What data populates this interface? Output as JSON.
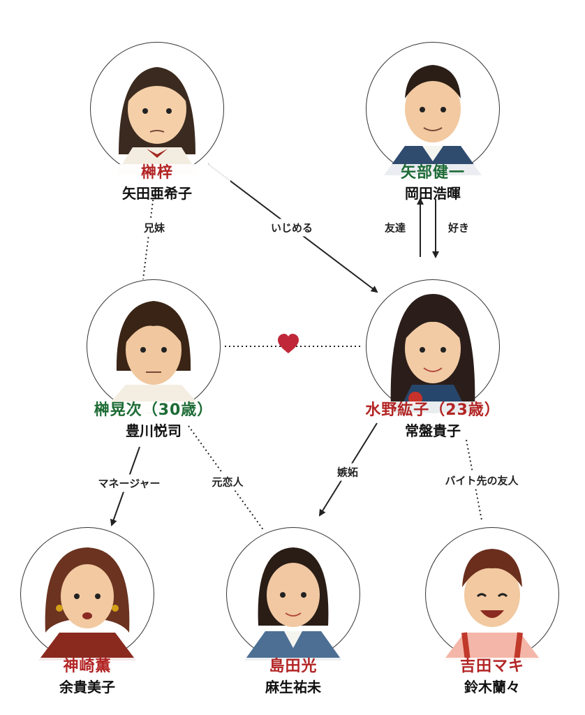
{
  "characters": {
    "sakaki_azusa": {
      "role": "榊梓",
      "actor": "矢田亜希子"
    },
    "yabe_kenichi": {
      "role": "矢部健一",
      "actor": "岡田浩暉"
    },
    "sakaki_koji": {
      "role": "榊晃次（30歳）",
      "actor": "豊川悦司"
    },
    "mizuno_hiroko": {
      "role": "水野紘子（23歳）",
      "actor": "常盤貴子"
    },
    "kanzaki_kaoru": {
      "role": "神崎薫",
      "actor": "余貴美子"
    },
    "shimada_hikari": {
      "role": "島田光",
      "actor": "麻生祐未"
    },
    "yoshida_maki": {
      "role": "吉田マキ",
      "actor": "鈴木蘭々"
    }
  },
  "relations": {
    "siblings": "兄妹",
    "bullies": "いじめる",
    "friends": "友達",
    "likes": "好き",
    "manager": "マネージャー",
    "ex_lover": "元恋人",
    "jealousy": "嫉妬",
    "work_friend": "バイト先の友人"
  },
  "colors": {
    "role_red": "#b32424",
    "role_green": "#1d6b35",
    "heart": "#c0283a",
    "line": "#222222"
  },
  "icons": {
    "heart": "heart-icon"
  }
}
